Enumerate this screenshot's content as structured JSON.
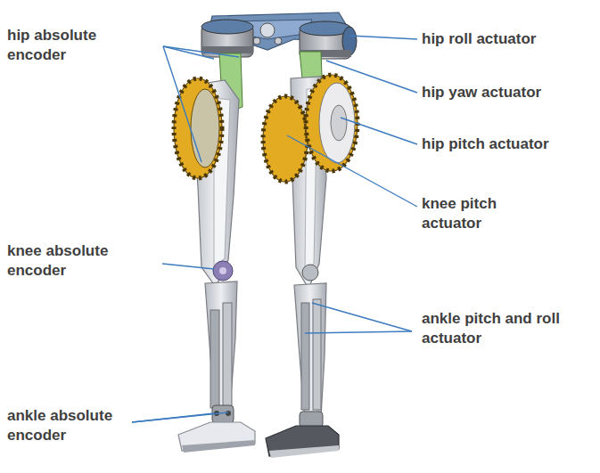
{
  "diagram": {
    "labels": [
      "hip absolute encoder",
      "hip roll actuator",
      "hip yaw actuator",
      "hip pitch actuator",
      "knee pitch actuator",
      "knee absolute encoder",
      "ankle pitch and roll actuator",
      "ankle absolute encoder"
    ]
  }
}
